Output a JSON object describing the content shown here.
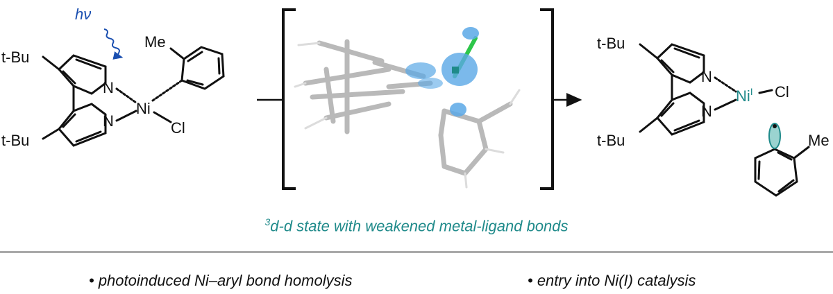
{
  "left_complex": {
    "hv": "hν",
    "me": "Me",
    "tbu_top": "t-Bu",
    "tbu_bottom": "t-Bu",
    "n_top": "N",
    "n_bottom": "N",
    "ni": "Ni",
    "cl": "Cl"
  },
  "right_complex": {
    "tbu_top": "t-Bu",
    "tbu_bottom": "t-Bu",
    "n_top": "N",
    "n_bottom": "N",
    "ni": "Ni",
    "ni_ox": "I",
    "cl": "Cl",
    "me": "Me"
  },
  "caption": {
    "sup": "3",
    "text": "d-d state with weakened metal-ligand bonds"
  },
  "bullets": [
    "• photoinduced Ni–aryl bond homolysis",
    "• entry into Ni(I) catalysis"
  ],
  "colors": {
    "teal": "#1f8a8a",
    "arrow_blue": "#1a4fb0",
    "orbital_blue": "#5aa8e6",
    "bond_green": "#2ec64a"
  }
}
